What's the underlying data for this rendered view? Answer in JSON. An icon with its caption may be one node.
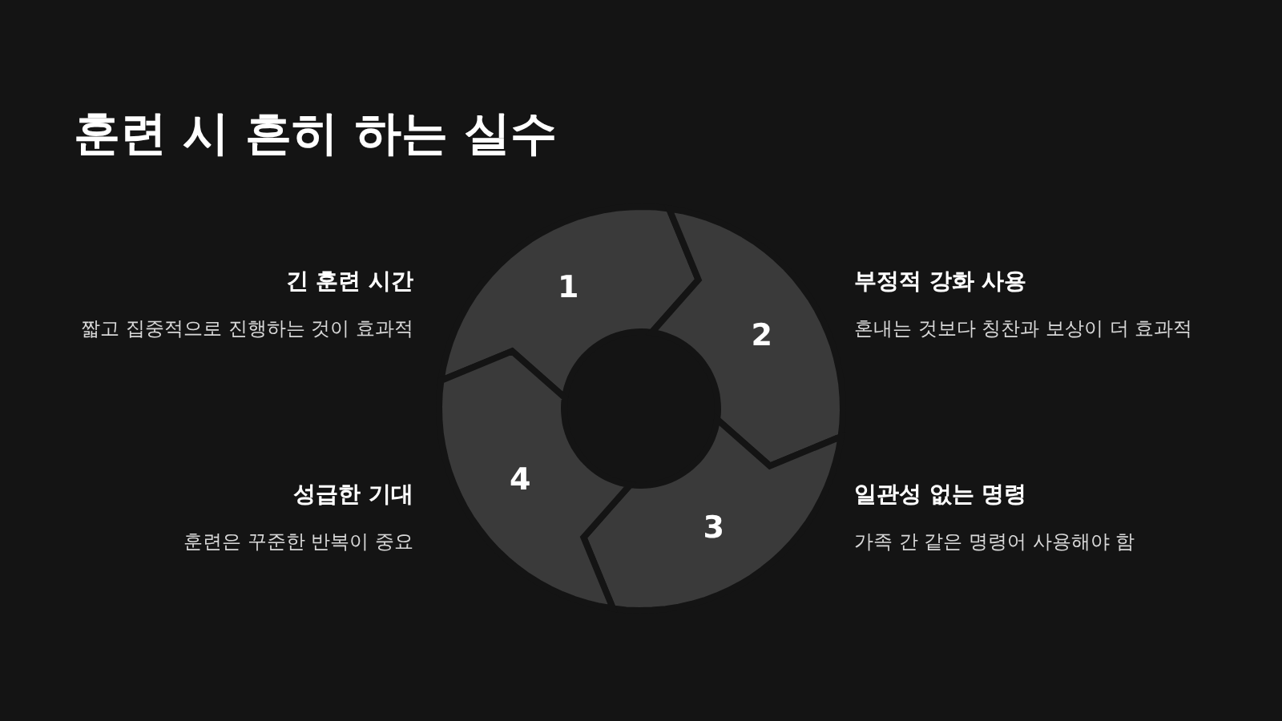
{
  "diagram": {
    "title": "훈련 시 흔히 하는 실수",
    "nodes": [
      {
        "text": [
          "1"
        ],
        "beside": [
          "긴 훈련 시간",
          "짧고 집중적으로 진행하는 것이 효과적"
        ]
      },
      {
        "text": [
          "2"
        ],
        "beside": [
          "부정적 강화 사용",
          "혼내는 것보다 칭찬과 보상이 더 효과적"
        ]
      },
      {
        "text": [
          "3"
        ],
        "beside": [
          "일관성 없는 명령",
          "가족 간 같은 명령어 사용해야 함"
        ]
      },
      {
        "text": [
          "4"
        ],
        "beside": [
          "성급한 기대",
          "훈련은 꾸준한 반복이 중요"
        ]
      }
    ],
    "edges": []
  }
}
